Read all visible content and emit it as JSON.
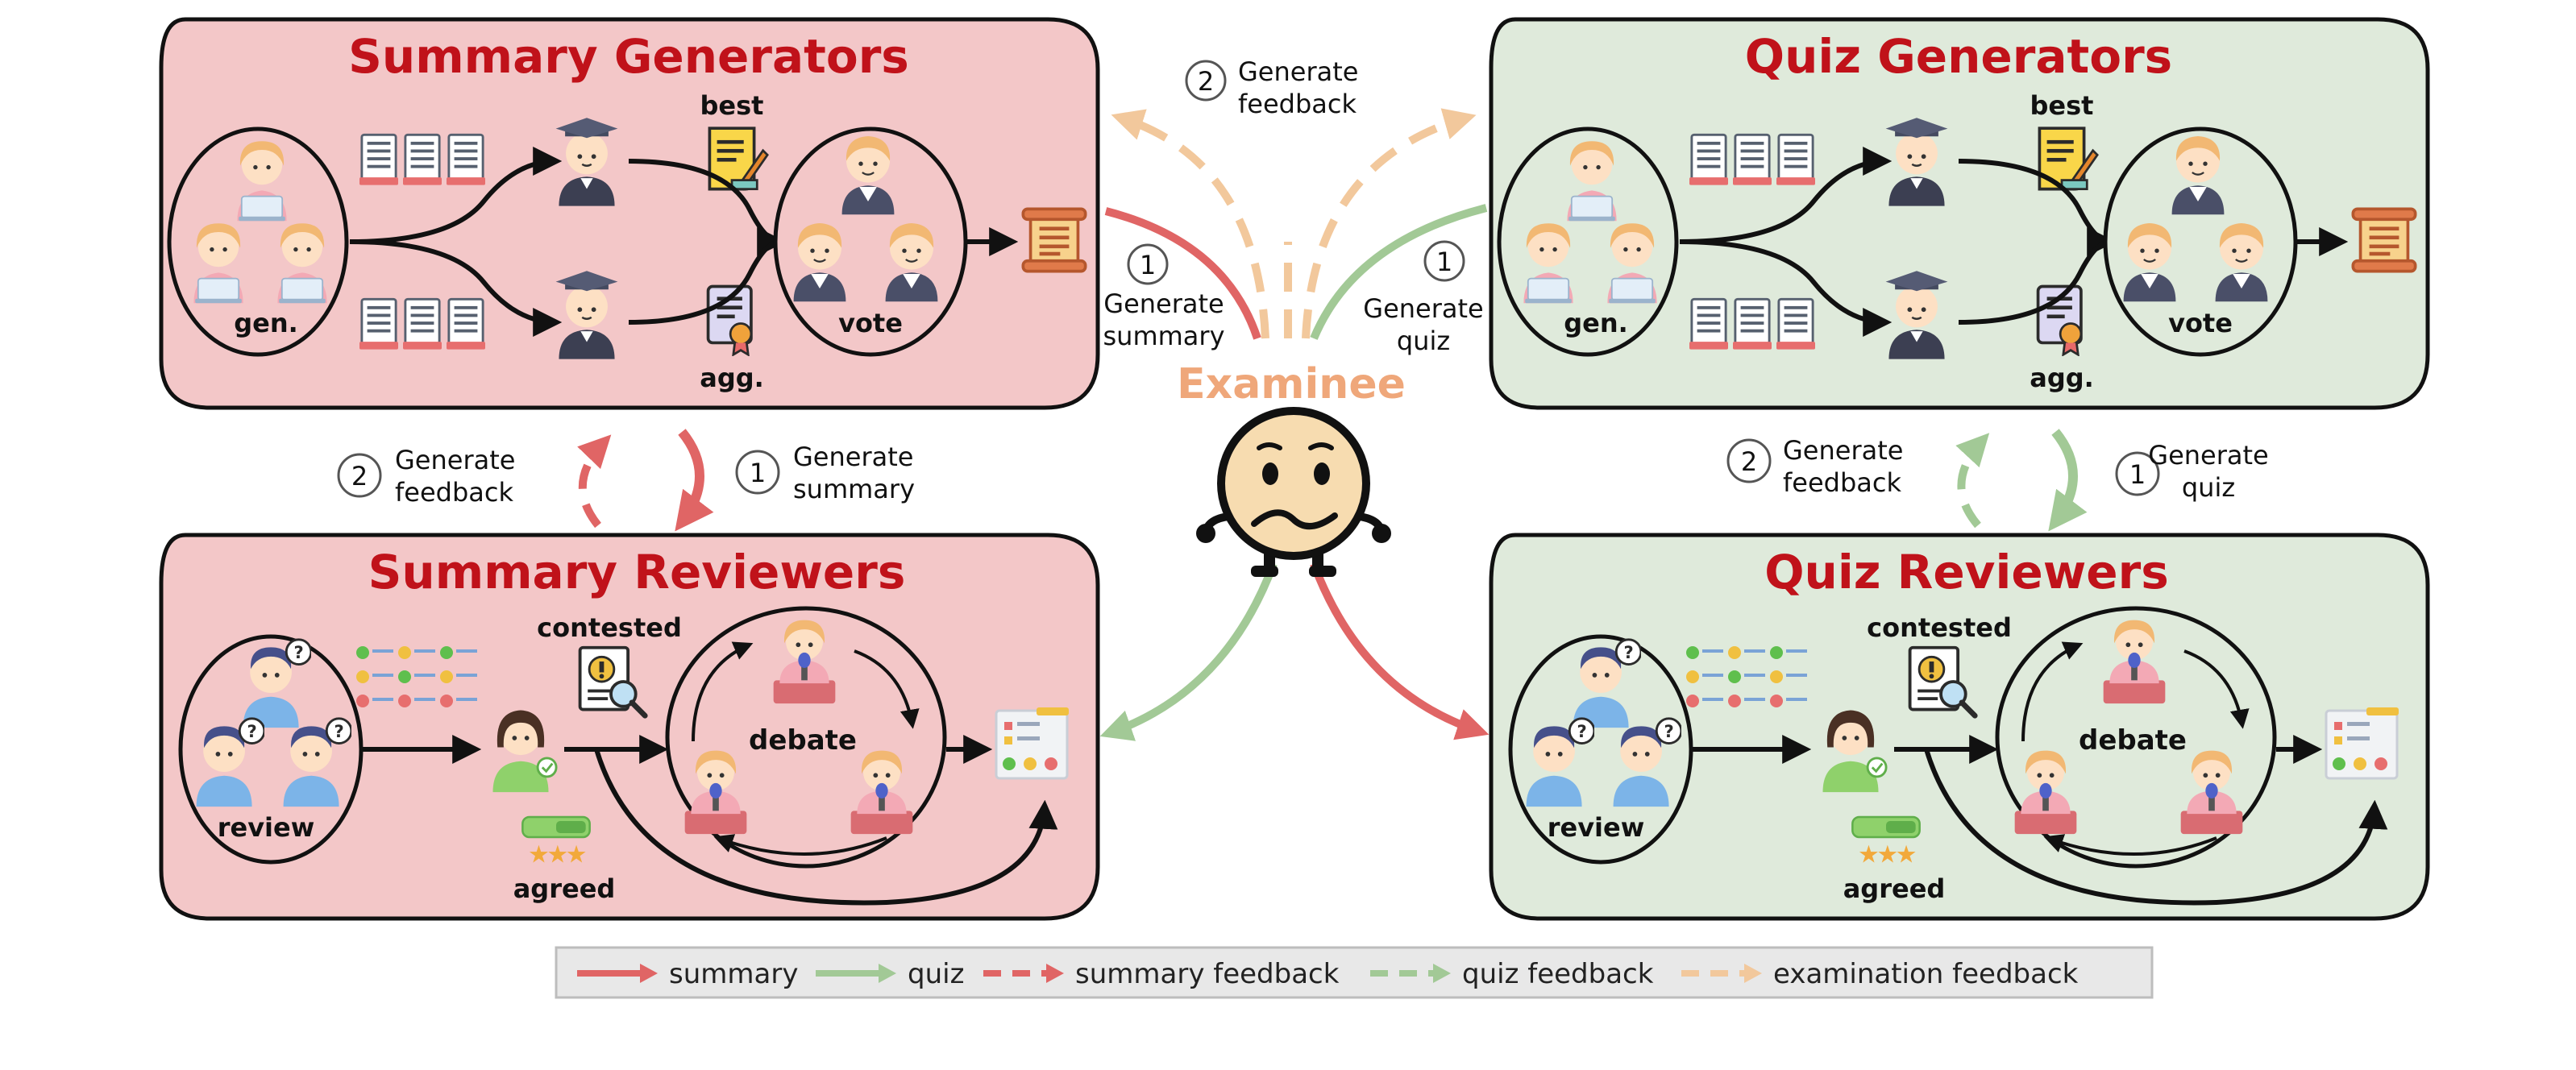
{
  "panels": {
    "summary_generators": {
      "title": "Summary Generators",
      "labels": {
        "gen": "gen.",
        "best": "best",
        "agg": "agg.",
        "vote": "vote"
      }
    },
    "quiz_generators": {
      "title": "Quiz Generators",
      "labels": {
        "gen": "gen.",
        "best": "best",
        "agg": "agg.",
        "vote": "vote"
      }
    },
    "summary_reviewers": {
      "title": "Summary Reviewers",
      "labels": {
        "review": "review",
        "contested": "contested",
        "debate": "debate",
        "agreed": "agreed"
      }
    },
    "quiz_reviewers": {
      "title": "Quiz Reviewers",
      "labels": {
        "review": "review",
        "contested": "contested",
        "debate": "debate",
        "agreed": "agreed"
      }
    }
  },
  "center": {
    "examinee": "Examinee",
    "feedback_step": {
      "num": "2",
      "line1": "Generate",
      "line2": "feedback"
    },
    "summary_step": {
      "num": "1",
      "line1": "Generate",
      "line2": "summary"
    },
    "quiz_step": {
      "num": "1",
      "line1": "Generate",
      "line2": "quiz"
    }
  },
  "side_left": {
    "feedback": {
      "num": "2",
      "line1": "Generate",
      "line2": "feedback"
    },
    "summary": {
      "num": "1",
      "line1": "Generate",
      "line2": "summary"
    }
  },
  "side_right": {
    "feedback": {
      "num": "2",
      "line1": "Generate",
      "line2": "feedback"
    },
    "quiz": {
      "num": "1",
      "line1": "Generate",
      "line2": "quiz"
    }
  },
  "legend": {
    "items": [
      {
        "label": "summary",
        "color": "#e06565",
        "style": "solid"
      },
      {
        "label": "quiz",
        "color": "#a2c996",
        "style": "solid"
      },
      {
        "label": "summary feedback",
        "color": "#e06565",
        "style": "dashed"
      },
      {
        "label": "quiz feedback",
        "color": "#a2c996",
        "style": "dashed"
      },
      {
        "label": "examination feedback",
        "color": "#f2c89c",
        "style": "dashed"
      }
    ]
  },
  "colors": {
    "summary_panel_fill": "#f3c7c8",
    "quiz_panel_fill": "#dfeadb",
    "title_red": "#c0121a",
    "summary_arrow": "#e06565",
    "quiz_arrow": "#a2c996",
    "exam_feedback_arrow": "#f2c89c",
    "examinee_face": "#f7dcb0"
  }
}
